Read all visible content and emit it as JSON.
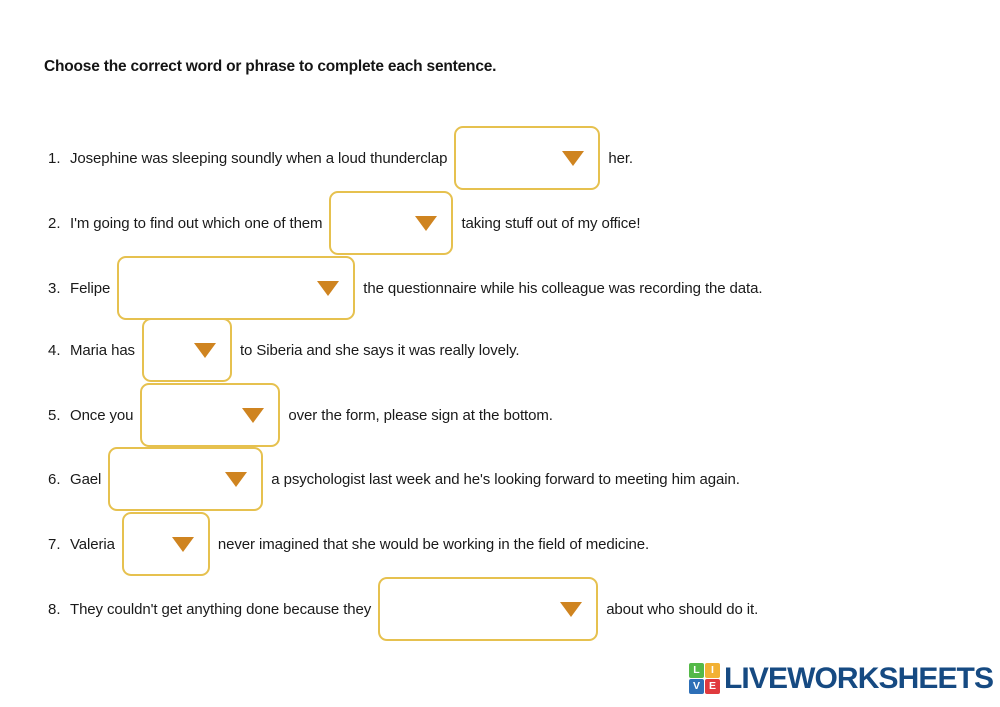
{
  "worksheet": {
    "instruction": "Choose the correct word or phrase to complete each sentence.",
    "background_color": "#ffffff",
    "accent_color": "#e6c14f",
    "caret_color": "#cf8420",
    "questions": [
      {
        "number": "1.",
        "text_before": "Josephine was sleeping soundly when a loud thunderclap",
        "dropdown_value": "",
        "dropdown_placeholder": "",
        "text_after": "her."
      },
      {
        "number": "2.",
        "text_before": "I'm going to find out which one of them",
        "dropdown_value": "",
        "dropdown_placeholder": "",
        "text_after": "taking stuff out of my office!"
      },
      {
        "number": "3.",
        "text_before": "Felipe",
        "dropdown_value": "",
        "dropdown_placeholder": "",
        "text_after": "the questionnaire while his colleague was recording the data."
      },
      {
        "number": "4.",
        "text_before": "Maria has",
        "dropdown_value": "",
        "dropdown_placeholder": "",
        "text_after": "to Siberia and she says it was really lovely."
      },
      {
        "number": "5.",
        "text_before": "Once you",
        "dropdown_value": "",
        "dropdown_placeholder": "",
        "text_after": "over the form, please sign at the bottom."
      },
      {
        "number": "6.",
        "text_before": "Gael",
        "dropdown_value": "",
        "dropdown_placeholder": "",
        "text_after": "a psychologist last week and he's looking forward to meeting him again."
      },
      {
        "number": "7.",
        "text_before": "Valeria",
        "dropdown_value": "",
        "dropdown_placeholder": "",
        "text_after": "never imagined that she would be working in the field of medicine."
      },
      {
        "number": "8.",
        "text_before": "They couldn't get anything done because they",
        "dropdown_value": "",
        "dropdown_placeholder": "",
        "text_after": "about who should do it."
      }
    ]
  },
  "logo": {
    "tiles": [
      {
        "letter": "L",
        "color": "#54b948"
      },
      {
        "letter": "I",
        "color": "#f2b134"
      },
      {
        "letter": "V",
        "color": "#2d6fb7"
      },
      {
        "letter": "E",
        "color": "#e03a3e"
      }
    ],
    "wordmark": "LIVEWORKSHEETS",
    "wordmark_color": "#164a82"
  }
}
